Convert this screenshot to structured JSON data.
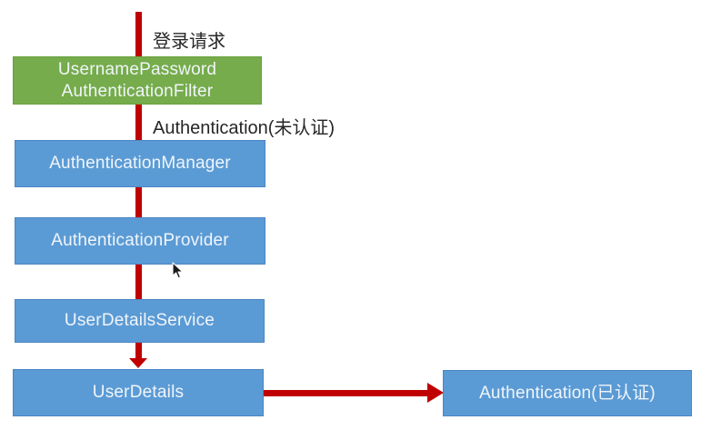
{
  "diagram": {
    "title_hint": "Spring Security authentication flow",
    "arrow_labels": {
      "login_request": "登录请求",
      "unauthenticated": "Authentication(未认证)"
    },
    "nodes": {
      "filter_line1": "UsernamePassword",
      "filter_line2": "AuthenticationFilter",
      "manager": "AuthenticationManager",
      "provider": "AuthenticationProvider",
      "user_details_service": "UserDetailsService",
      "user_details": "UserDetails",
      "authenticated": "Authentication(已认证)"
    },
    "colors": {
      "flow_red": "#c00000",
      "node_blue_fill": "#5b9bd5",
      "node_blue_border": "#4a85c4",
      "node_green_fill": "#76ac4b",
      "node_green_border": "#69a13c",
      "node_text": "#f0f5fa",
      "label_text": "#262626",
      "background": "#ffffff"
    },
    "cursor": "arrow-pointer"
  }
}
